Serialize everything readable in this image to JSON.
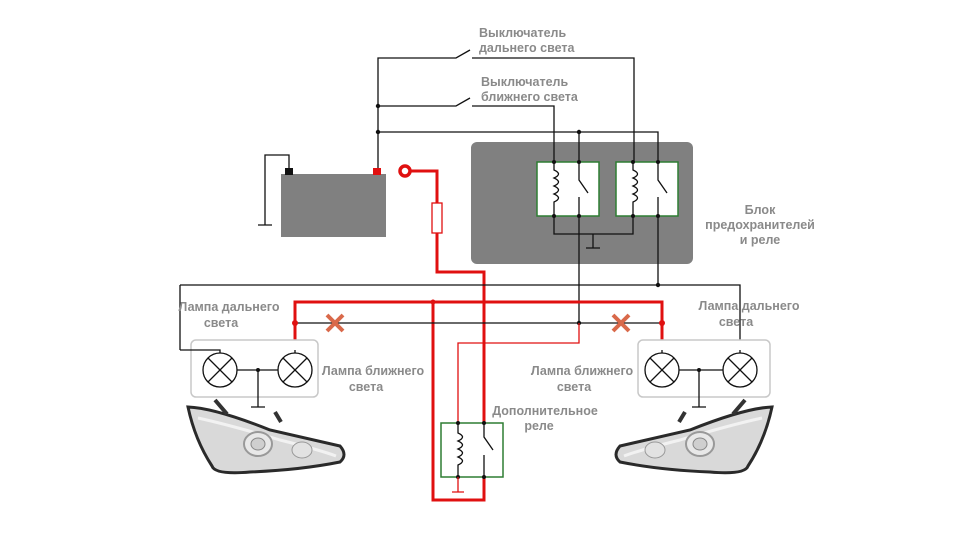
{
  "diagram": {
    "title": "",
    "labels": {
      "high_beam_switch": [
        "Выключатель",
        "дальнего света"
      ],
      "low_beam_switch": [
        "Выключатель",
        "ближнего света"
      ],
      "fuse_relay_block": [
        "Блок",
        "предохранителей",
        "и реле"
      ],
      "left_high_beam_lamp": [
        "Лампа дальнего",
        "света"
      ],
      "left_low_beam_lamp": [
        "Лампа ближнего",
        "света"
      ],
      "right_high_beam_lamp": [
        "Лампа дальнего",
        "света"
      ],
      "right_low_beam_lamp": [
        "Лампа ближнего",
        "света"
      ],
      "extra_relay": [
        "Дополнительное",
        "реле"
      ]
    },
    "components": [
      {
        "id": "battery",
        "name": "Battery"
      },
      {
        "id": "battery-terminal-ring",
        "name": "Ring terminal"
      },
      {
        "id": "fuse",
        "name": "Inline fuse"
      },
      {
        "id": "high-beam-switch",
        "name": "High beam switch"
      },
      {
        "id": "low-beam-switch",
        "name": "Low beam switch"
      },
      {
        "id": "fuse-relay-block",
        "name": "Fuse and relay block",
        "relays": 2
      },
      {
        "id": "extra-relay",
        "name": "Additional relay"
      },
      {
        "id": "left-headlight",
        "lamps": [
          "high",
          "low"
        ]
      },
      {
        "id": "right-headlight",
        "lamps": [
          "low",
          "high"
        ]
      }
    ],
    "cut_marks": 2,
    "colors": {
      "wire": "#111111",
      "new_wire": "#e01010",
      "block_fill": "#808080",
      "relay_border": "#2e7d32",
      "cut_mark": "#d9694a",
      "label": "#8a8a8a"
    }
  }
}
